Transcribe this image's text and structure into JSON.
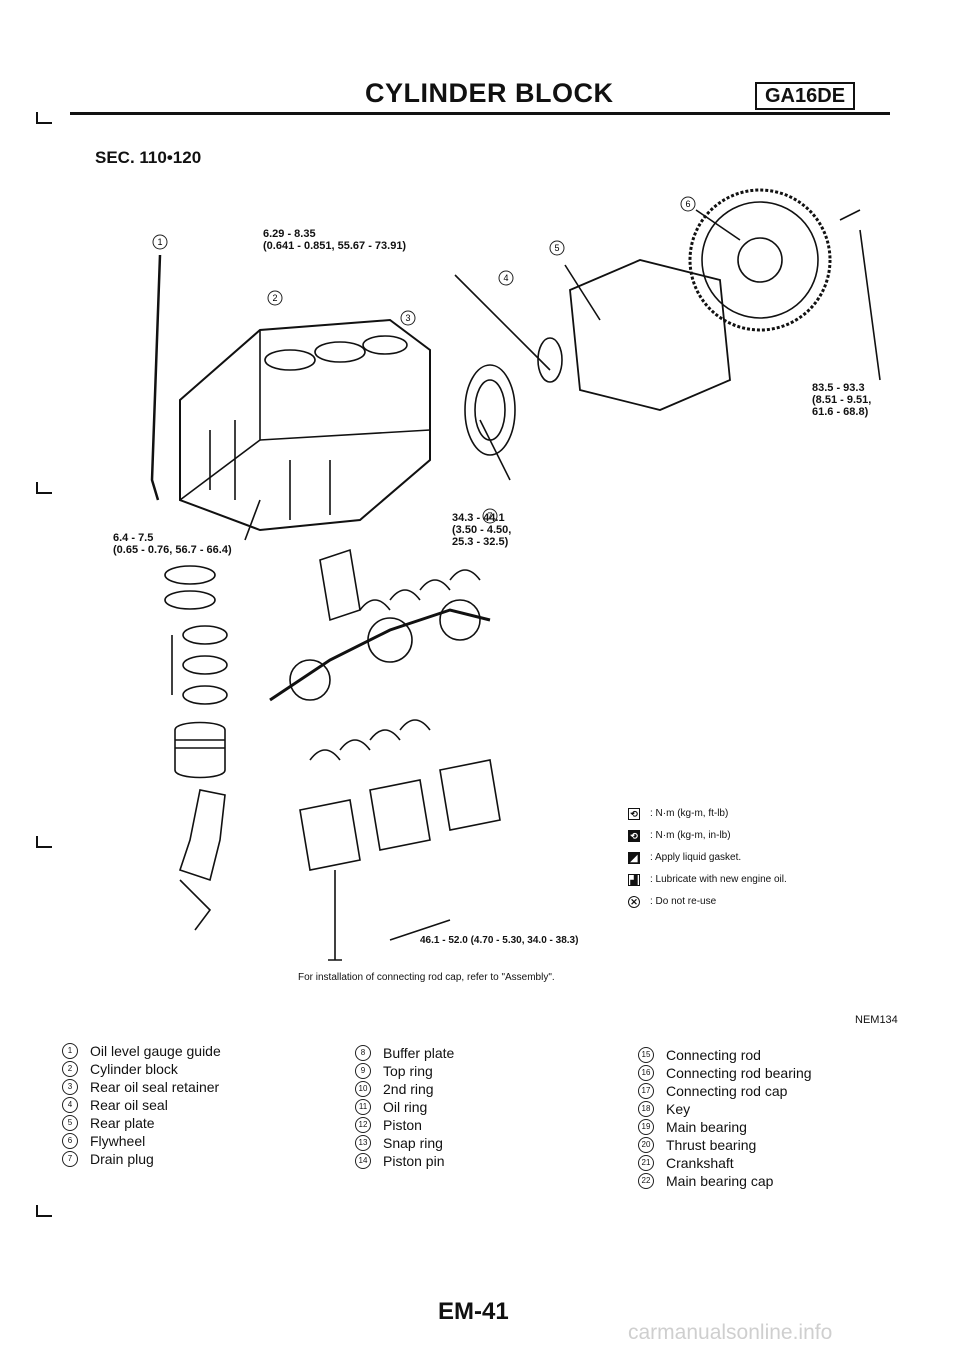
{
  "header": {
    "title": "CYLINDER BLOCK",
    "engine_badge": "GA16DE"
  },
  "section": "SEC. 110•120",
  "specs": {
    "oil_gauge_bolt": "6.29 - 8.35\n(0.641 - 0.851, 55.67 - 73.91)",
    "flywheel_bolt": "83.5 - 93.3\n(8.51 - 9.51,\n61.6 - 68.8)",
    "drain_plug": "34.3 - 44.1\n(3.50 - 4.50,\n25.3 - 32.5)",
    "retainer_bolt": "6.4 - 7.5\n(0.65 - 0.76, 56.7 - 66.4)",
    "main_cap_bolt": "46.1 - 52.0 (4.70 - 5.30, 34.0 - 38.3)",
    "conrod_note": "For installation of connecting rod cap, refer to \"Assembly\"."
  },
  "legend": [
    {
      "icon": "torque-ftlb-icon",
      "text": ": N·m (kg-m, ft-lb)"
    },
    {
      "icon": "torque-inlb-icon",
      "text": ": N·m (kg-m, in-lb)"
    },
    {
      "icon": "liquid-gasket-icon",
      "text": ": Apply liquid gasket."
    },
    {
      "icon": "lubricate-icon",
      "text": ": Lubricate with new engine oil."
    },
    {
      "icon": "no-reuse-icon",
      "text": ": Do not re-use"
    }
  ],
  "figure_code": "NEM134",
  "parts_col1": [
    {
      "n": "1",
      "name": "Oil level gauge guide"
    },
    {
      "n": "2",
      "name": "Cylinder block"
    },
    {
      "n": "3",
      "name": "Rear oil seal retainer"
    },
    {
      "n": "4",
      "name": "Rear oil seal"
    },
    {
      "n": "5",
      "name": "Rear plate"
    },
    {
      "n": "6",
      "name": "Flywheel"
    },
    {
      "n": "7",
      "name": "Drain plug"
    }
  ],
  "parts_col2": [
    {
      "n": "8",
      "name": "Buffer plate"
    },
    {
      "n": "9",
      "name": "Top ring"
    },
    {
      "n": "10",
      "name": "2nd ring"
    },
    {
      "n": "11",
      "name": "Oil ring"
    },
    {
      "n": "12",
      "name": "Piston"
    },
    {
      "n": "13",
      "name": "Snap ring"
    },
    {
      "n": "14",
      "name": "Piston pin"
    }
  ],
  "parts_col3": [
    {
      "n": "15",
      "name": "Connecting rod"
    },
    {
      "n": "16",
      "name": "Connecting rod bearing"
    },
    {
      "n": "17",
      "name": "Connecting rod cap"
    },
    {
      "n": "18",
      "name": "Key"
    },
    {
      "n": "19",
      "name": "Main bearing"
    },
    {
      "n": "20",
      "name": "Thrust bearing"
    },
    {
      "n": "21",
      "name": "Crankshaft"
    },
    {
      "n": "22",
      "name": "Main bearing cap"
    }
  ],
  "page_number": "EM-41",
  "watermark": "carmanualsonline.info"
}
